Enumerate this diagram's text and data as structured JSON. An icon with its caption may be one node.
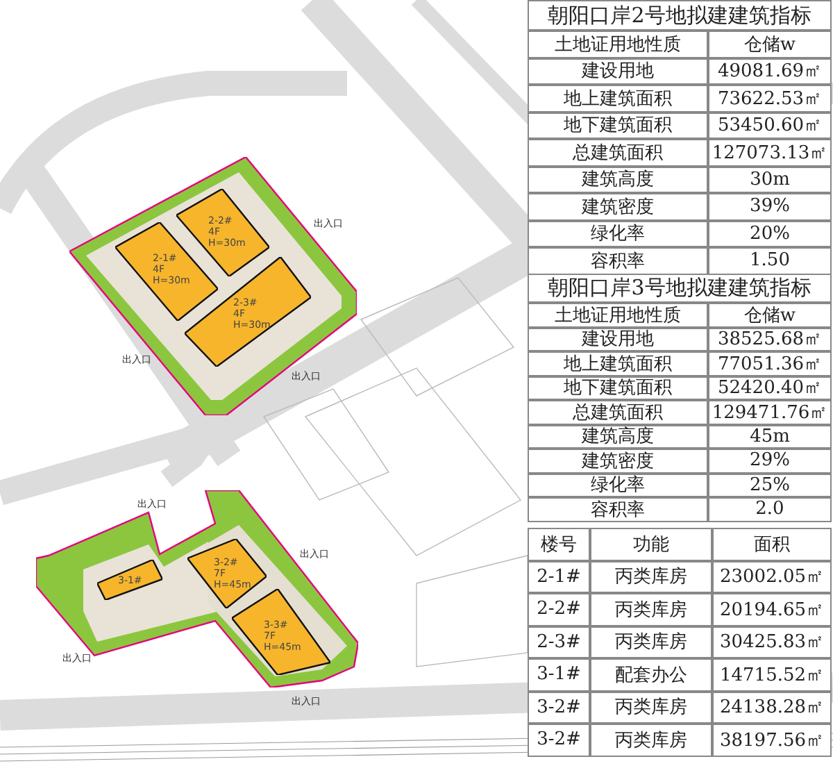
{
  "diagram": {
    "nodes": [
      {
        "text": [],
        "shape": "polygon"
      },
      {
        "text": [
          "2-1# 4F H=30m"
        ],
        "in": 0
      },
      {
        "text": [
          "2-2# 4F H=30m"
        ],
        "in": 0
      },
      {
        "text": [
          "2-3# 4F H=30m"
        ],
        "in": 0
      },
      {
        "text": [],
        "shape": "polygon"
      },
      {
        "text": [
          "3-1#"
        ],
        "in": 4
      },
      {
        "text": [
          "3-2# 7F H=45m"
        ],
        "in": 4
      },
      {
        "text": [
          "3-3# 7F H=45m"
        ],
        "in": 4
      }
    ],
    "labels": [
      "出入口",
      "出入口",
      "出入口",
      "出入口",
      "出入口",
      "出入口",
      "出入口",
      "朝阳口岸2号地拟建建筑指标",
      "土地证用地性质",
      "仓储w",
      "建设用地",
      "49081.69㎡",
      "地上建筑面积",
      "73622.53㎡",
      "地下建筑面积",
      "53450.60㎡",
      "总建筑面积",
      "127073.13㎡",
      "建筑高度",
      "30m",
      "建筑密度",
      "39%",
      "绿化率",
      "20%",
      "容积率",
      "1.50",
      "朝阳口岸3号地拟建建筑指标",
      "土地证用地性质",
      "仓储w",
      "建设用地",
      "38525.68㎡",
      "地上建筑面积",
      "77051.36㎡",
      "地下建筑面积",
      "52420.40㎡",
      "总建筑面积",
      "129471.76㎡",
      "建筑高度",
      "45m",
      "建筑密度",
      "29%",
      "绿化率",
      "25%",
      "容积率",
      "2.0",
      "楼号",
      "功能",
      "面积",
      "2-1#",
      "丙类库房",
      "23002.05㎡",
      "2-2#",
      "丙类库房",
      "20194.65㎡",
      "2-3#",
      "丙类库房",
      "30425.83㎡",
      "3-1#",
      "配套办公",
      "14715.52㎡",
      "3-2#",
      "丙类库房",
      "24138.28㎡",
      "3-2#",
      "丙类库房",
      "38197.56㎡"
    ]
  }
}
